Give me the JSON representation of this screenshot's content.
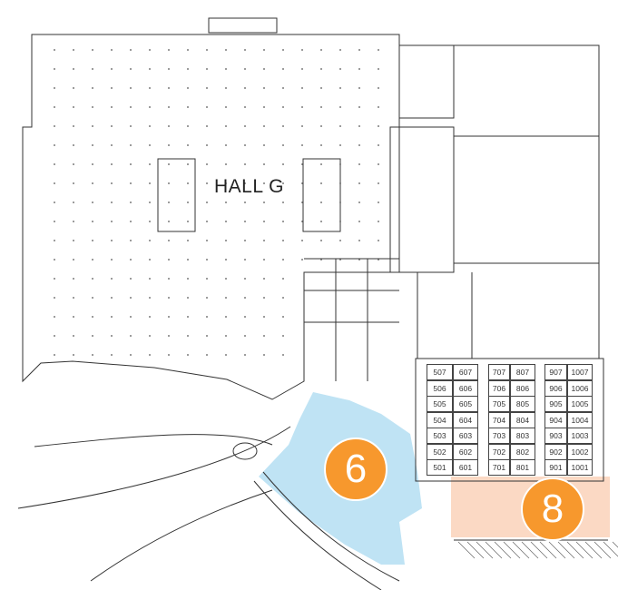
{
  "hall": {
    "label": "HALL G"
  },
  "zones": [
    {
      "number": "6",
      "color": "#bfe3f4"
    },
    {
      "number": "8",
      "color": "#fbd9c4"
    }
  ],
  "badge_color": "#f7982d",
  "rooms": {
    "columns": [
      [
        "507",
        "506",
        "505",
        "504",
        "503",
        "502",
        "501"
      ],
      [
        "607",
        "606",
        "605",
        "604",
        "603",
        "602",
        "601"
      ],
      [
        "707",
        "706",
        "705",
        "704",
        "703",
        "702",
        "701"
      ],
      [
        "807",
        "806",
        "805",
        "804",
        "803",
        "802",
        "801"
      ],
      [
        "907",
        "906",
        "905",
        "904",
        "903",
        "902",
        "901"
      ],
      [
        "1007",
        "1006",
        "1005",
        "1004",
        "1003",
        "1002",
        "1001"
      ]
    ]
  }
}
